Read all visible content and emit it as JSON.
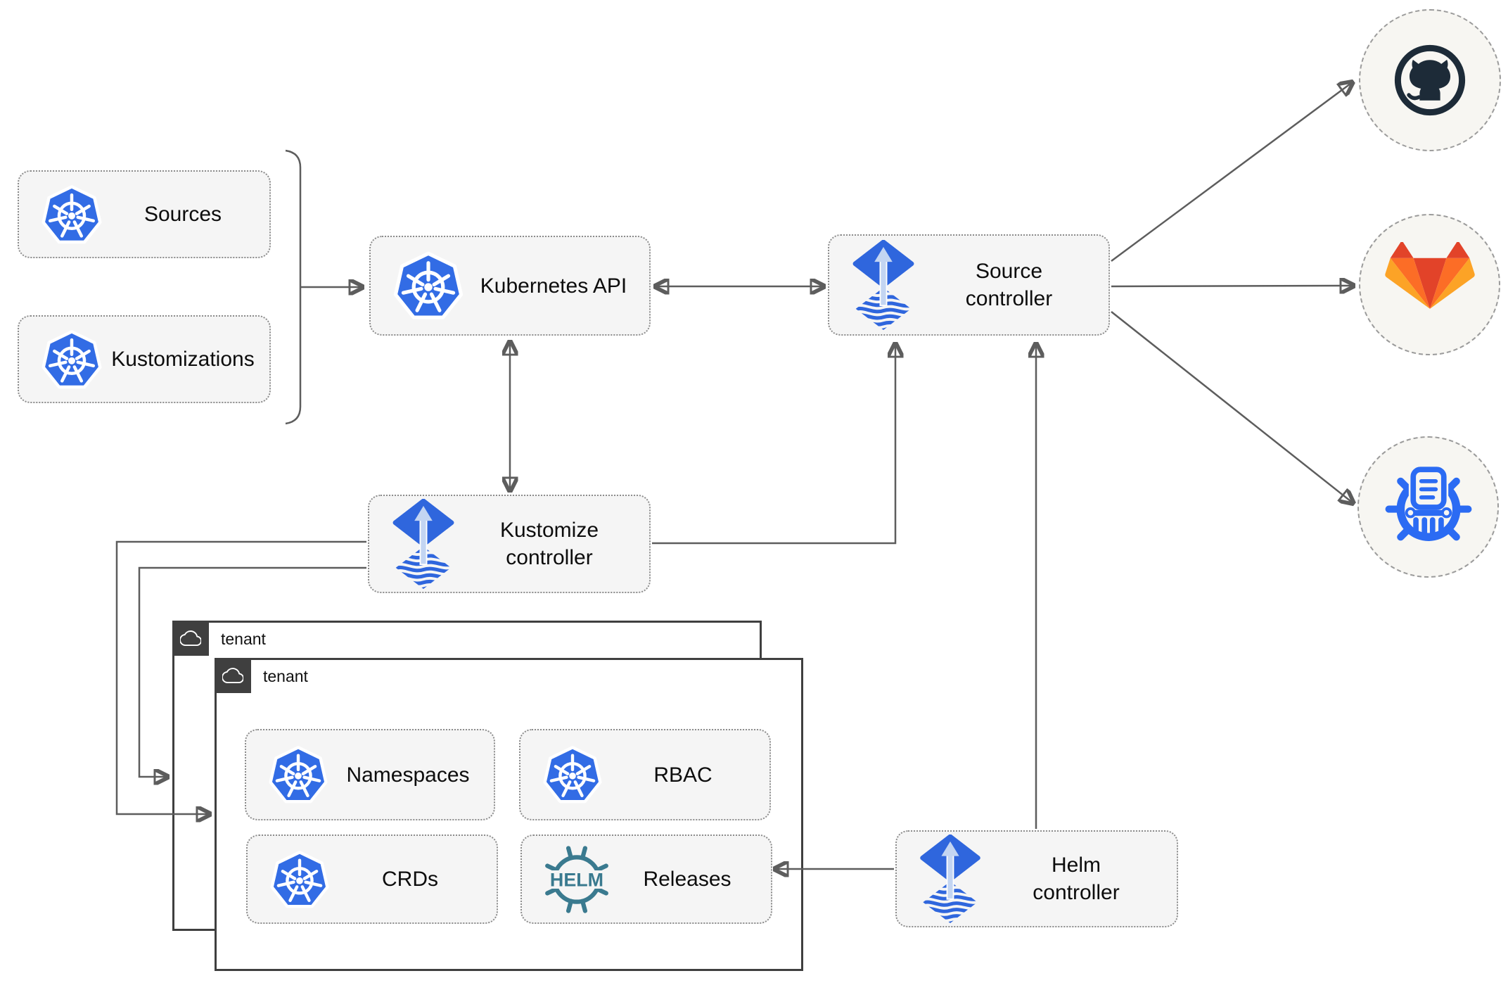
{
  "nodes": {
    "sources": {
      "label": "Sources",
      "icon": "kubernetes-icon"
    },
    "kustomizations": {
      "label": "Kustomizations",
      "icon": "kubernetes-icon"
    },
    "kubernetes_api": {
      "label": "Kubernetes API",
      "icon": "kubernetes-icon"
    },
    "source_controller": {
      "label": "Source controller",
      "icon": "flux-icon"
    },
    "kustomize_controller": {
      "label": "Kustomize controller",
      "icon": "flux-icon"
    },
    "helm_controller": {
      "label": "Helm controller",
      "icon": "flux-icon"
    },
    "tenant_back": {
      "label": "tenant",
      "icon": "cloud-icon"
    },
    "tenant_front": {
      "label": "tenant",
      "icon": "cloud-icon"
    },
    "namespaces": {
      "label": "Namespaces",
      "icon": "kubernetes-icon"
    },
    "rbac": {
      "label": "RBAC",
      "icon": "kubernetes-icon"
    },
    "crds": {
      "label": "CRDs",
      "icon": "kubernetes-icon"
    },
    "releases": {
      "label": "Releases",
      "icon": "helm-icon"
    }
  },
  "endpoints": {
    "github": {
      "icon": "github-icon"
    },
    "gitlab": {
      "icon": "gitlab-icon"
    },
    "chartmuseum": {
      "icon": "helm-repository-icon"
    }
  },
  "helm_icon_text": "HELM",
  "edges": [
    {
      "from": "sources-and-kustomizations",
      "to": "kubernetes-api",
      "style": "arrow"
    },
    {
      "from": "kubernetes-api",
      "to": "source-controller",
      "style": "double-arrow"
    },
    {
      "from": "kubernetes-api",
      "to": "kustomize-controller",
      "style": "double-arrow"
    },
    {
      "from": "kustomize-controller",
      "to": "source-controller",
      "style": "arrow"
    },
    {
      "from": "kustomize-controller",
      "to": "tenant-front",
      "style": "arrow"
    },
    {
      "from": "kustomize-controller",
      "to": "tenant-back",
      "style": "arrow"
    },
    {
      "from": "helm-controller",
      "to": "source-controller",
      "style": "arrow"
    },
    {
      "from": "helm-controller",
      "to": "releases",
      "style": "arrow"
    },
    {
      "from": "source-controller",
      "to": "github",
      "style": "arrow"
    },
    {
      "from": "source-controller",
      "to": "gitlab",
      "style": "arrow"
    },
    {
      "from": "source-controller",
      "to": "chartmuseum",
      "style": "arrow"
    }
  ],
  "colors": {
    "kubernetes_blue": "#326ce5",
    "flux_blue": "#2f66dd",
    "flux_arrow_light": "#c3d5f2",
    "helm_teal": "#3a7a8f",
    "github_dark": "#1d2b38",
    "gitlab_orange_dark": "#e24329",
    "gitlab_orange": "#fc6d26",
    "gitlab_orange_light": "#fca326",
    "chartmuseum_blue": "#2b6bf3",
    "line_gray": "#5d5d5d",
    "node_fill": "#f5f5f5",
    "tenant_border": "#3f3f3f"
  }
}
